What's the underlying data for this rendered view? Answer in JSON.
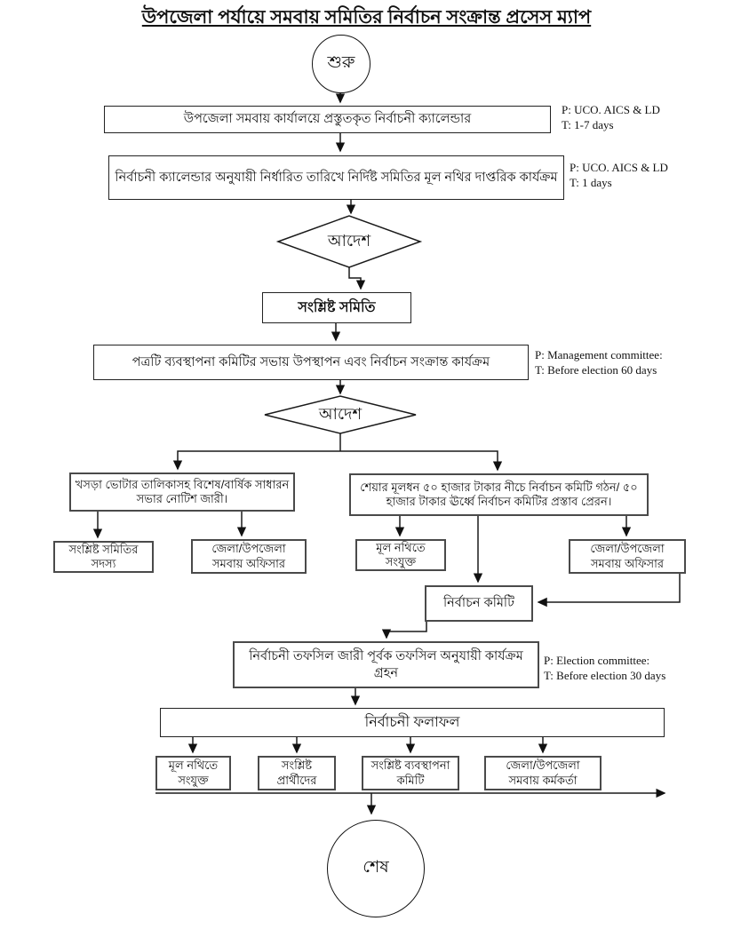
{
  "title": "উপজেলা পর্যায়ে সমবায় সমিতির নির্বাচন সংক্রান্ত প্রসেস ম্যাপ",
  "nodes": {
    "start": "শুরু",
    "calendar": "উপজেলা সমবায় কার্যালয়ে প্রস্তুতকৃত নির্বাচনী ক্যালেন্ডার",
    "official_work": "নির্বাচনী ক্যালেন্ডার অনুযায়ী নির্ধারিত তারিখে নির্দিষ্ট সমিতির মূল নথির দাপ্তরিক কার্যক্রম",
    "order1": "আদেশ",
    "related_society": "সংশ্লিষ্ট সমিতি",
    "presentation": "পত্রটি ব্যবস্থাপনা কমিটির সভায় উপস্থাপন এবং নির্বাচন সংক্রান্ত কার্যক্রম",
    "order2": "আদেশ",
    "notice_issue": "খসড়া ভোটার তালিকাসহ বিশেষ/বার্ষিক সাধারন সভার নোটিশ জারী।",
    "share_capital": "শেয়ার মূলধন ৫০ হাজার টাকার নীচে নির্বাচন কমিটি গঠন/ ৫০ হাজার টাকার ঊর্ধ্বে নির্বাচন কমিটির প্রস্তাব প্রেরন।",
    "society_members": "সংশ্লিষ্ট সমিতির সদস্য",
    "district_officer_left": "জেলা/উপজেলা সমবায় অফিসার",
    "main_file_attached": "মূল নথিতে সংযুক্ত",
    "district_officer_right": "জেলা/উপজেলা সমবায় অফিসার",
    "election_committee": "নির্বাচন কমিটি",
    "schedule_action": "নির্বাচনী তফসিল জারী পূর্বক তফসিল অনুযায়ী কার্যক্রম গ্রহন",
    "election_results": "নির্বাচনী ফলাফল",
    "result_main_file": "মূল নথিতে সংযুক্ত",
    "result_candidates": "সংশ্লিষ্ট প্রার্থীদের",
    "result_mgmt_committee": "সংশ্লিষ্ট ব্যবস্থাপনা কমিটি",
    "result_district_officer": "জেলা/উপজেলা সমবায় কর্মকর্তা",
    "end": "শেষ"
  },
  "notes": {
    "note1": "P: UCO. AICS & LD\nT: 1-7 days",
    "note2": "P: UCO. AICS & LD\nT: 1 days",
    "note3": "P: Management committee:\nT: Before election 60 days",
    "note4": "P: Election committee:\nT: Before election 30 days"
  }
}
